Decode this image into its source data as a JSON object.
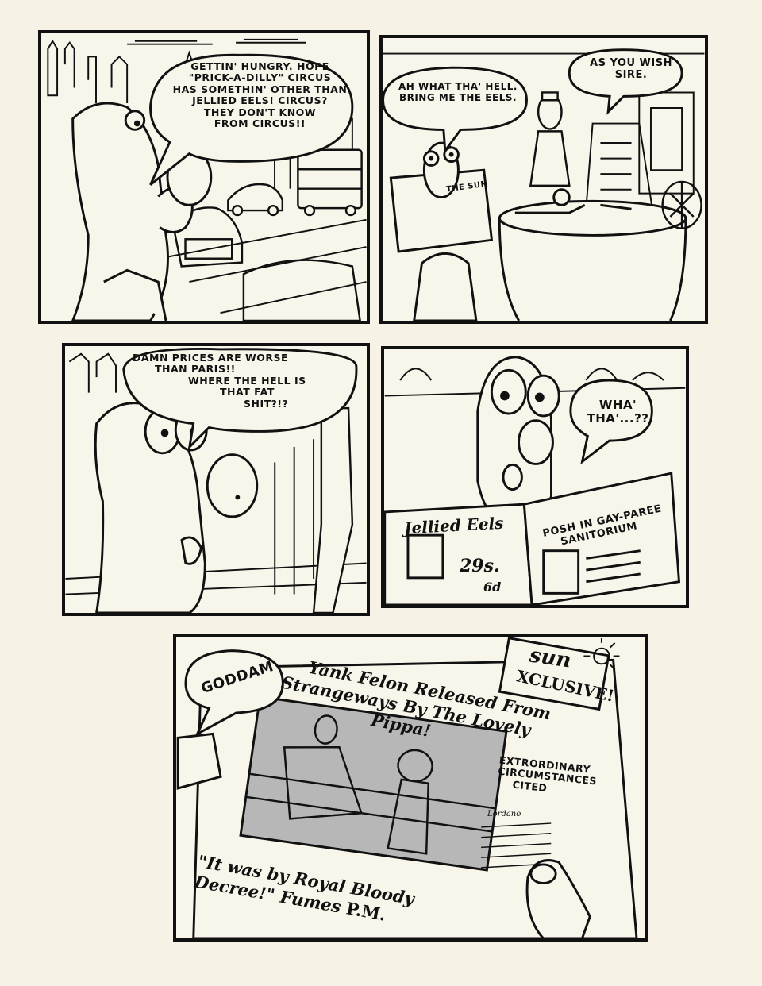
{
  "panels": {
    "p1": {
      "bubble": [
        "GETTIN' HUNGRY. HOPE",
        "\"PRICK-A-DILLY\" CIRCUS",
        "HAS SOMETHIN' OTHER THAN",
        "JELLIED EELS! CIRCUS?",
        "THEY DON'T KNOW",
        "FROM CIRCUS!!"
      ]
    },
    "p2": {
      "bubble_left": [
        "AH WHAT THA' HELL.",
        "BRING ME THE EELS."
      ],
      "bubble_right": [
        "AS YOU WISH",
        "SIRE."
      ],
      "paper_label": "THE SUN"
    },
    "p3": {
      "bubble": [
        "DAMN PRICES ARE WORSE",
        "THAN PARIS!!",
        "WHERE THE HELL IS",
        "THAT FAT",
        "SHIT?!?"
      ]
    },
    "p4": {
      "bubble": [
        "WHA'",
        "THA'...??"
      ],
      "paper_left": "Jellied Eels",
      "price": "29s.",
      "price2": "6d",
      "paper_right": [
        "POSH IN GAY-PAREE",
        "SANITORIUM"
      ]
    },
    "p5": {
      "bubble": "GODDAM",
      "masthead": "sun",
      "exclusive": "XCLUSIVE!",
      "headline": [
        "Yank Felon Released From",
        "Strangeways By The Lovely",
        "Pippa!"
      ],
      "subhead": [
        "EXTRORDINARY",
        "CIRCUMSTANCES",
        "CITED"
      ],
      "byline": "Lordano",
      "quote": [
        "\"It was by Royal Bloody",
        "Decree!\" Fumes"
      ],
      "quote_pm": "P.M."
    }
  }
}
